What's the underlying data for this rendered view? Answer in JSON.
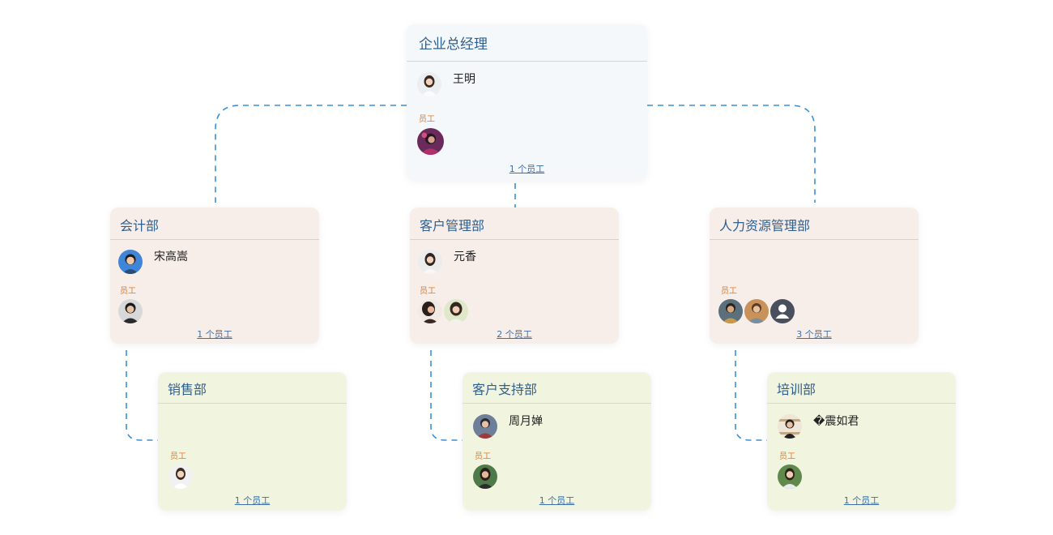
{
  "colors": {
    "connector": "#3b8fd6",
    "title_text": "#2f5f8f",
    "staff_label": "#e07a2a",
    "link": "#3d6fa8",
    "root_bg": "#f5f8fb",
    "level1_bg": "#f7eee9",
    "level2_bg": "#f1f5e0"
  },
  "root": {
    "title": "企业总经理",
    "manager": "王明",
    "staff_label": "员工",
    "count": "1 个员工"
  },
  "accounting": {
    "title": "会计部",
    "manager": "宋高嵩",
    "staff_label": "员工",
    "count": "1 个员工"
  },
  "customer_mgmt": {
    "title": "客户管理部",
    "manager": "元香",
    "staff_label": "员工",
    "count": "2 个员工"
  },
  "hr": {
    "title": "人力资源管理部",
    "staff_label": "员工",
    "count": "3 个员工"
  },
  "sales": {
    "title": "销售部",
    "staff_label": "员工",
    "count": "1 个员工"
  },
  "support": {
    "title": "客户支持部",
    "manager": "周月婵",
    "staff_label": "员工",
    "count": "1 个员工"
  },
  "training": {
    "title": "培训部",
    "manager": "�震如君",
    "staff_label": "员工",
    "count": "1 个员工"
  }
}
